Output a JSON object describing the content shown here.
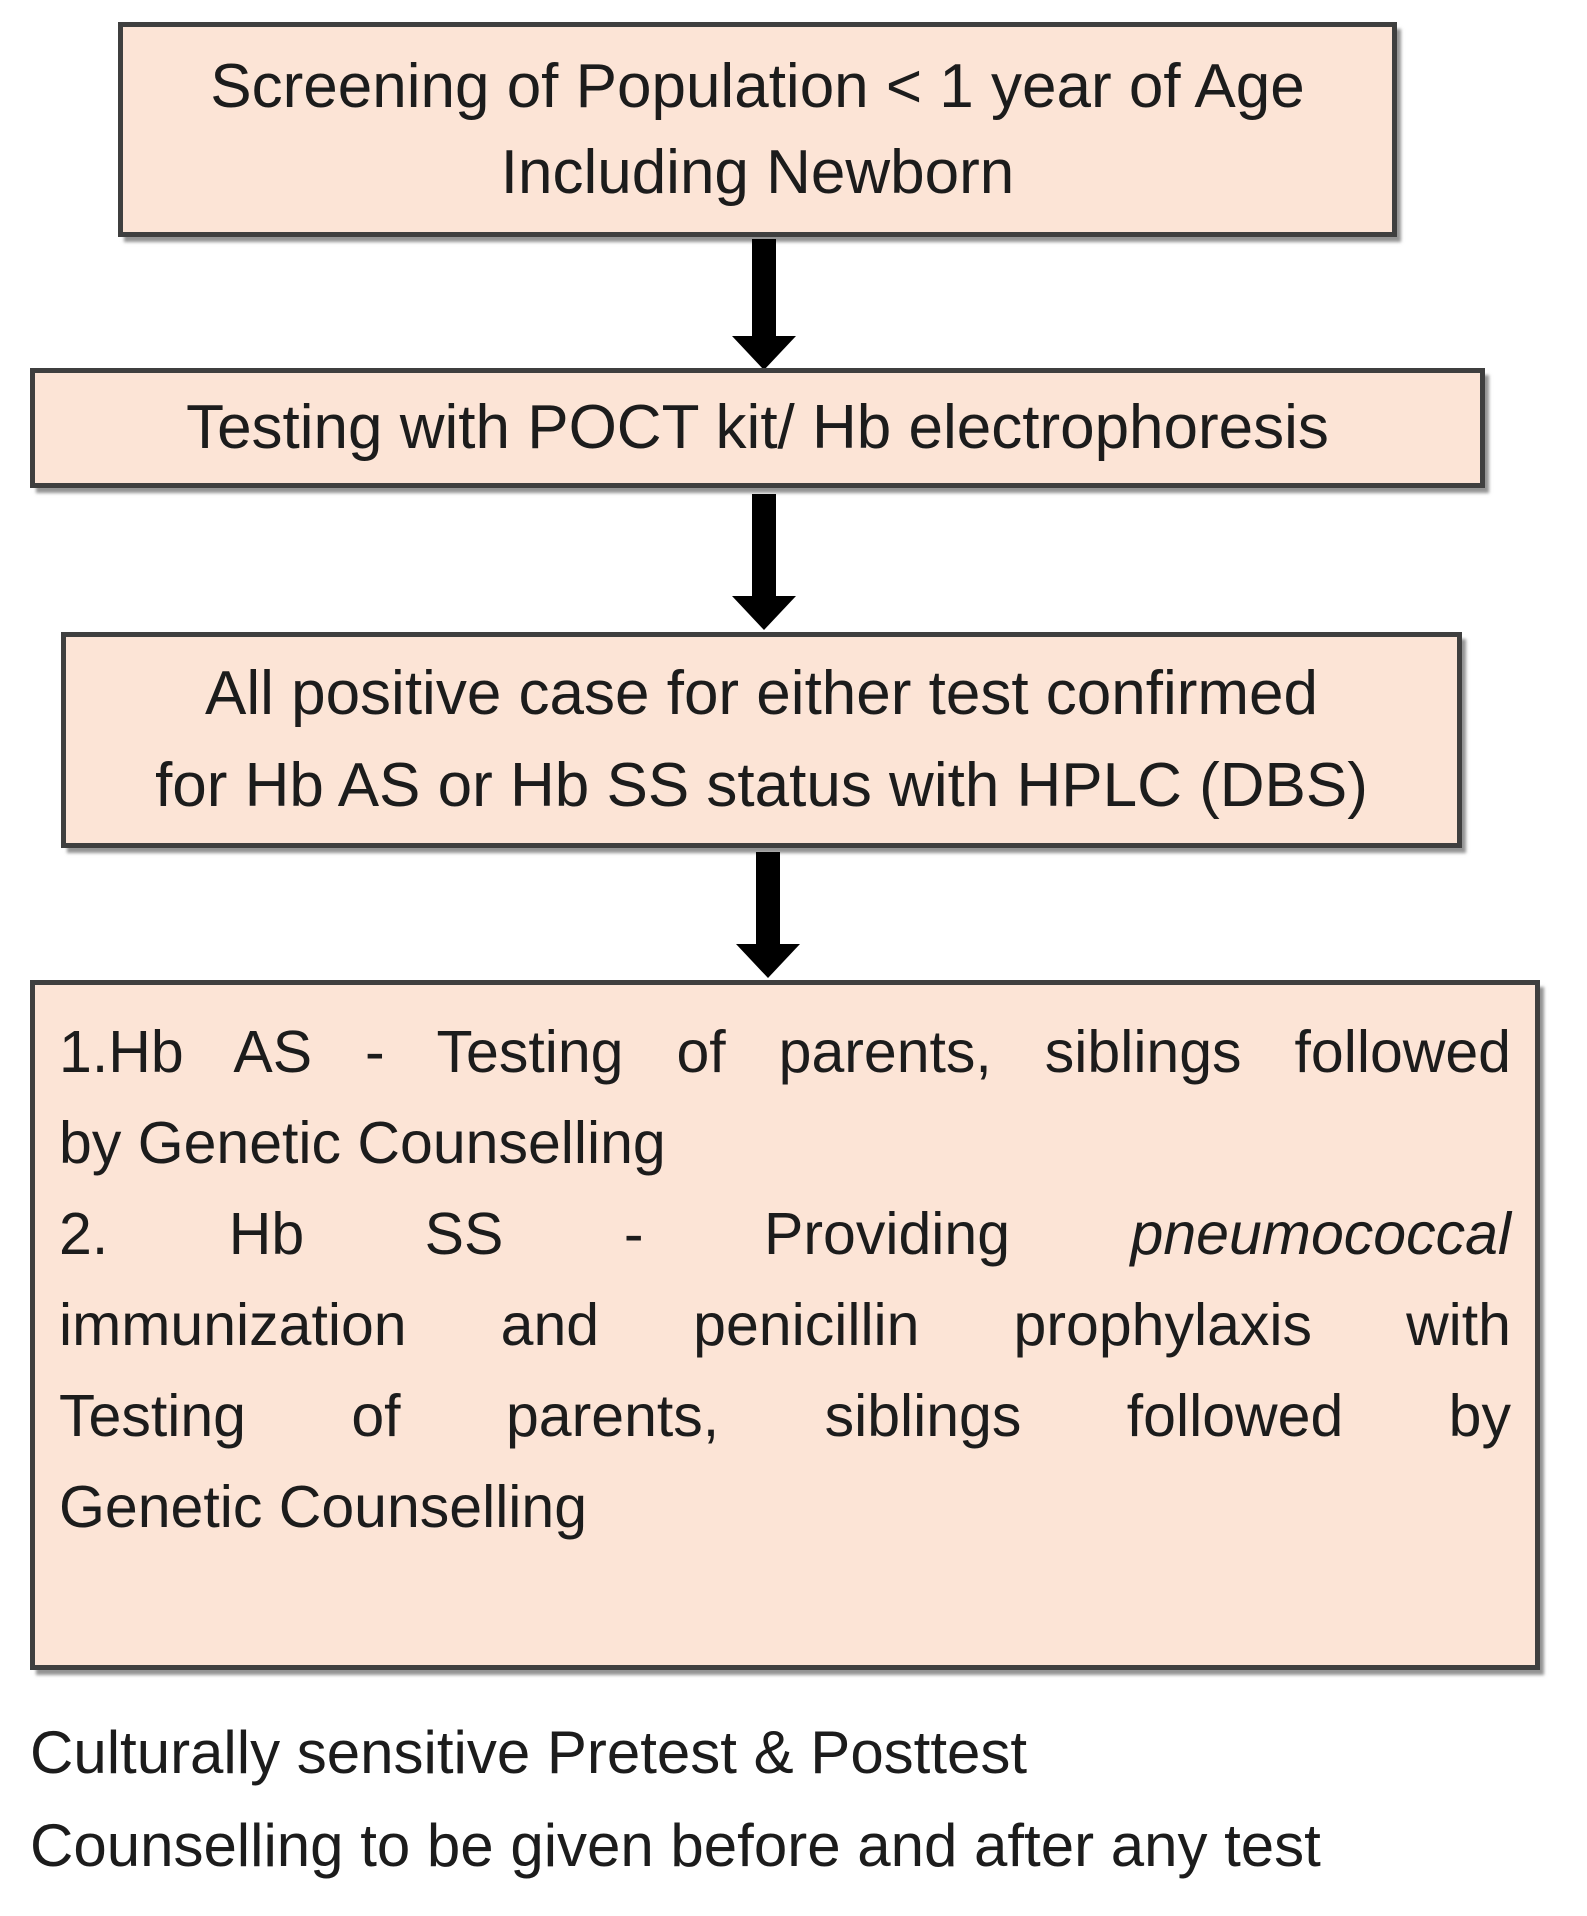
{
  "colors": {
    "box_fill": "#fce4d6",
    "box_border": "#3f3f3f",
    "arrow": "#000000",
    "text": "#1c1c1c",
    "background": "#ffffff"
  },
  "nodes": {
    "screening": {
      "line1": "Screening of Population < 1 year of Age",
      "line2": "Including Newborn"
    },
    "testing": {
      "line1": "Testing with POCT kit/ Hb electrophoresis"
    },
    "confirmation": {
      "line1": "All positive case for either test confirmed",
      "line2": "for Hb AS or Hb SS status with HPLC (DBS)"
    },
    "management": {
      "line1": "1.Hb AS - Testing of parents, siblings followed",
      "line2": "by Genetic Counselling",
      "line3_text": "2. Hb SS - Providing",
      "line3_italic": "pneumococcal",
      "line4": "immunization and penicillin prophylaxis with",
      "line5": "Testing of parents, siblings followed by",
      "line6": "Genetic Counselling"
    }
  },
  "footer": {
    "line1": "Culturally sensitive Pretest & Posttest",
    "line2": "Counselling to be given before and after any test"
  }
}
